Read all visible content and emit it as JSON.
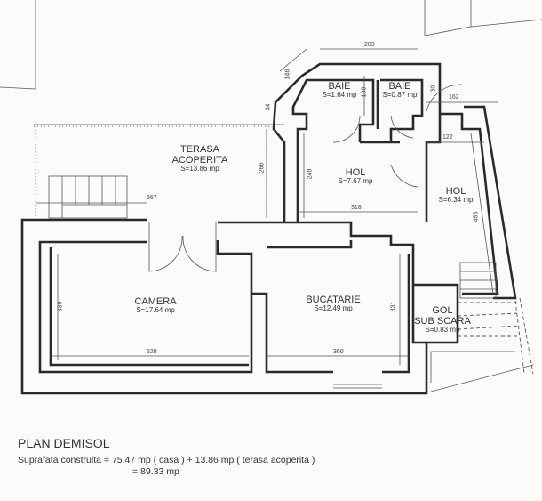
{
  "plan": {
    "title": "PLAN DEMISOL",
    "surface_line": "Suprafata construita = 75.47 mp ( casa ) + 13.86 mp ( terasa acoperita )",
    "total_line": "= 89.33 mp"
  },
  "rooms": {
    "terasa": {
      "name1": "TERASA",
      "name2": "ACOPERITA",
      "area": "S=13.86 mp"
    },
    "baie1": {
      "name": "BAIE",
      "area": "S=1.64 mp"
    },
    "baie2": {
      "name": "BAIE",
      "area": "S=0.87 mp"
    },
    "hol1": {
      "name": "HOL",
      "area": "S=7.67 mp"
    },
    "hol2": {
      "name": "HOL",
      "area": "S=6.34 mp"
    },
    "camera": {
      "name": "CAMERA",
      "area": "S=17.64 mp"
    },
    "bucatarie": {
      "name": "BUCATARIE",
      "area": "S=12.49 mp"
    },
    "gol": {
      "name1": "GOL",
      "name2": "SUB SCARA",
      "area": "S=0.83 mp"
    }
  },
  "dimensions": {
    "d283": "283",
    "d146": "146",
    "d34": "34",
    "d30": "30",
    "d162": "162",
    "d100": "100",
    "d122": "122",
    "d266": "266",
    "d248": "248",
    "d318": "318",
    "d463": "463",
    "d667": "667",
    "d339": "339",
    "d528": "528",
    "d360": "360",
    "d331": "331"
  }
}
